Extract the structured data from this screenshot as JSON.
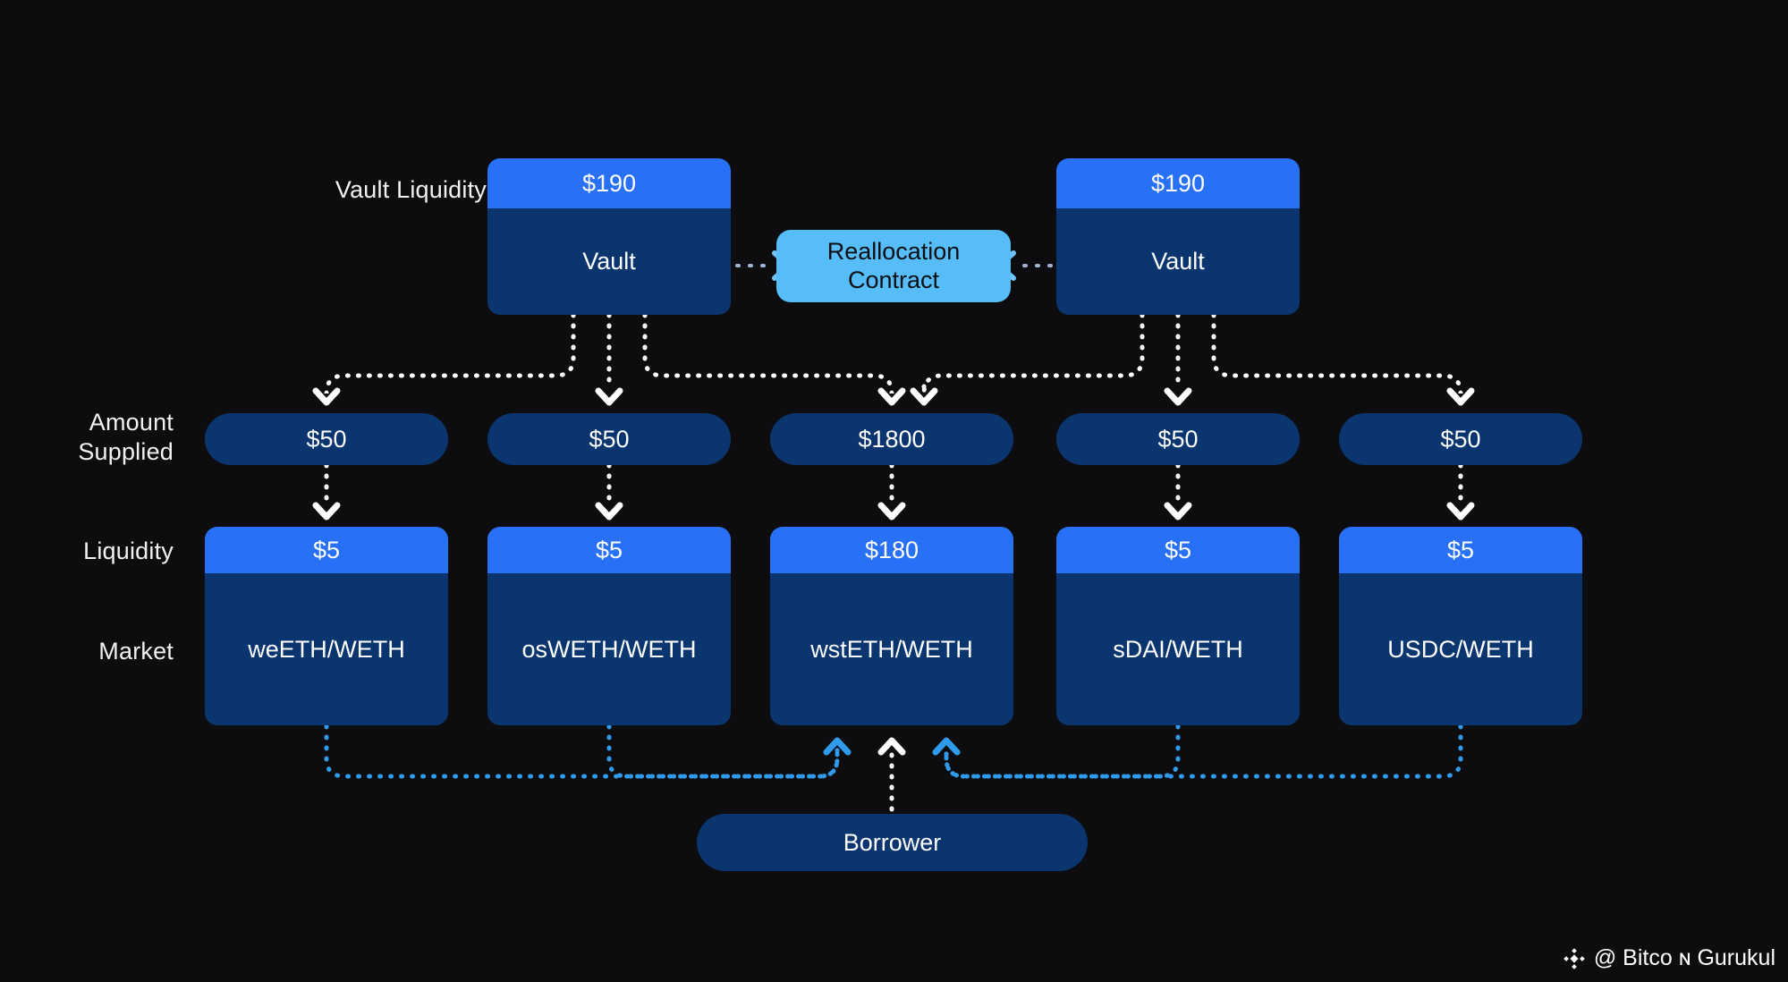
{
  "colors": {
    "bg": "#0d0d0f",
    "accent_blue": "#2870f5",
    "navy": "#0a356f",
    "light_blue": "#56bdf8",
    "white_wire": "#ffffff",
    "blue_wire": "#2f9bea"
  },
  "row_labels": {
    "vault_liquidity": "Vault Liquidity",
    "amount_supplied_l1": "Amount",
    "amount_supplied_l2": "Supplied",
    "liquidity": "Liquidity",
    "market": "Market"
  },
  "vaults": [
    {
      "amount": "$190",
      "name": "Vault"
    },
    {
      "amount": "$190",
      "name": "Vault"
    }
  ],
  "contract": {
    "line1": "Reallocation",
    "line2": "Contract"
  },
  "columns": [
    {
      "amount_supplied": "$50",
      "liquidity": "$5",
      "market": "weETH/WETH"
    },
    {
      "amount_supplied": "$50",
      "liquidity": "$5",
      "market": "osWETH/WETH"
    },
    {
      "amount_supplied": "$1800",
      "liquidity": "$180",
      "market": "wstETH/WETH"
    },
    {
      "amount_supplied": "$50",
      "liquidity": "$5",
      "market": "sDAI/WETH"
    },
    {
      "amount_supplied": "$50",
      "liquidity": "$5",
      "market": "USDC/WETH"
    }
  ],
  "borrower": {
    "label": "Borrower"
  },
  "watermark": {
    "handle": "@ Bitco ɴ Gurukul",
    "icon": "diamond-logo-icon"
  }
}
